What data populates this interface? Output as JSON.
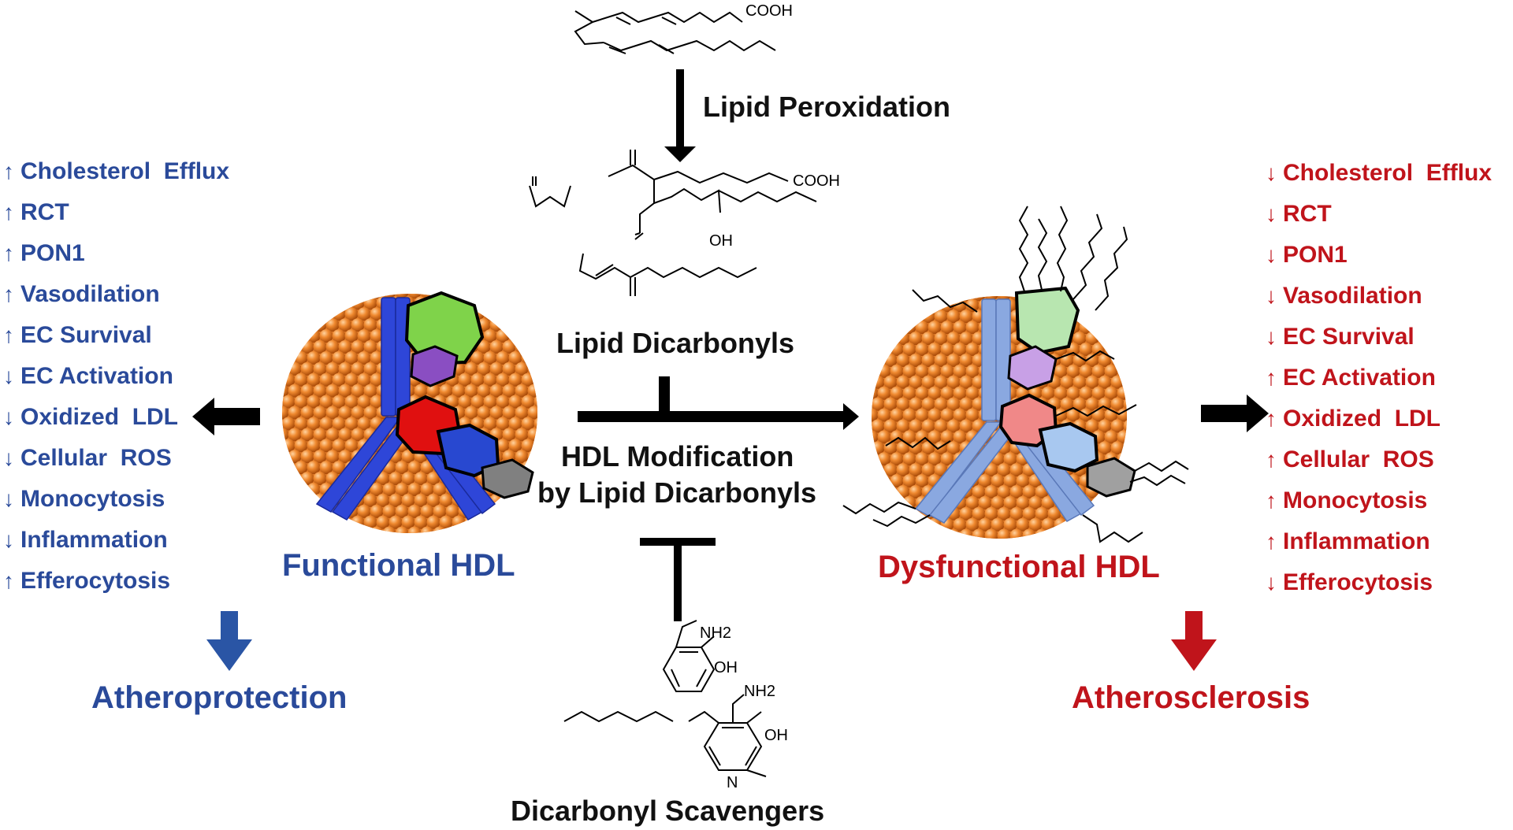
{
  "center": {
    "lipid_peroxidation": "Lipid Peroxidation",
    "lipid_dicarbonyls": "Lipid Dicarbonyls",
    "hdl_modification_line1": "HDL Modification",
    "hdl_modification_line2": "by Lipid Dicarbonyls",
    "dicarbonyl_scavengers": "Dicarbonyl Scavengers"
  },
  "chemistry": {
    "cooh_top": "COOH",
    "cooh_mid": "COOH",
    "oh_mid": "OH",
    "nh2_top": "NH2",
    "oh_phenol": "OH",
    "nh2_bottom": "NH2",
    "oh_pyridine": "OH",
    "n_pyridine": "N"
  },
  "functional": {
    "title": "Functional HDL",
    "outcome": "Atheroprotection",
    "color": "#2a4a9a",
    "effects": [
      {
        "dir": "↑",
        "label": "Cholesterol  Efflux"
      },
      {
        "dir": "↑",
        "label": "RCT"
      },
      {
        "dir": "↑",
        "label": "PON1"
      },
      {
        "dir": "↑",
        "label": "Vasodilation"
      },
      {
        "dir": "↑",
        "label": "EC Survival"
      },
      {
        "dir": "↓",
        "label": "EC Activation"
      },
      {
        "dir": "↓",
        "label": "Oxidized  LDL"
      },
      {
        "dir": "↓",
        "label": "Cellular  ROS"
      },
      {
        "dir": "↓",
        "label": "Monocytosis"
      },
      {
        "dir": "↓",
        "label": "Inflammation"
      },
      {
        "dir": "↑",
        "label": "Efferocytosis"
      }
    ]
  },
  "dysfunctional": {
    "title": "Dysfunctional HDL",
    "outcome": "Atherosclerosis",
    "color": "#c0141b",
    "effects": [
      {
        "dir": "↓",
        "label": "Cholesterol  Efflux"
      },
      {
        "dir": "↓",
        "label": "RCT"
      },
      {
        "dir": "↓",
        "label": "PON1"
      },
      {
        "dir": "↓",
        "label": "Vasodilation"
      },
      {
        "dir": "↓",
        "label": "EC Survival"
      },
      {
        "dir": "↑",
        "label": "EC Activation"
      },
      {
        "dir": "↑",
        "label": "Oxidized  LDL"
      },
      {
        "dir": "↑",
        "label": "Cellular  ROS"
      },
      {
        "dir": "↑",
        "label": "Monocytosis"
      },
      {
        "dir": "↑",
        "label": "Inflammation"
      },
      {
        "dir": "↓",
        "label": "Efferocytosis"
      }
    ]
  }
}
